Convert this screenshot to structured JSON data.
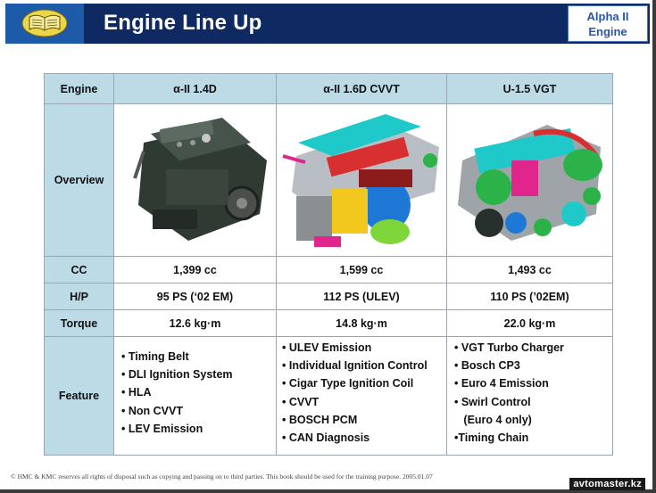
{
  "header": {
    "title": "Engine Line Up",
    "badge_line1": "Alpha II",
    "badge_line2": "Engine"
  },
  "table": {
    "col_header_label": "Engine",
    "engines": [
      "α-II 1.4D",
      "α-II 1.6D CVVT",
      "U-1.5 VGT"
    ],
    "row_labels": {
      "overview": "Overview",
      "cc": "CC",
      "hp": "H/P",
      "torque": "Torque",
      "feature": "Feature"
    },
    "cc": [
      "1,399 cc",
      "1,599 cc",
      "1,493 cc"
    ],
    "hp": [
      "95 PS (‘02 EM)",
      "112 PS (ULEV)",
      "110 PS (’02EM)"
    ],
    "torque": [
      "12.6 kg·m",
      "14.8 kg·m",
      "22.0 kg·m"
    ],
    "features": [
      [
        "• Timing Belt",
        "• DLI Ignition System",
        "• HLA",
        "• Non CVVT",
        "• LEV Emission"
      ],
      [
        "• ULEV Emission",
        "• Individual Ignition Control",
        "• Cigar Type Ignition Coil",
        "• CVVT",
        "• BOSCH PCM",
        "• CAN Diagnosis"
      ],
      [
        "• VGT Turbo Charger",
        "• Bosch CP3",
        "• Euro 4 Emission",
        "• Swirl Control",
        "   (Euro 4 only)",
        "•Timing Chain"
      ]
    ]
  },
  "footer": "© HMC & KMC reserves all rights of disposal such as copying and passing on to third parties. This book should be used for the training purpose.  2005.01.07",
  "watermark": "avtomaster.kz",
  "colors": {
    "header_bg": "#0f2a63",
    "logo_bg": "#1d5aa8",
    "table_header_bg": "#bcdbe6"
  }
}
